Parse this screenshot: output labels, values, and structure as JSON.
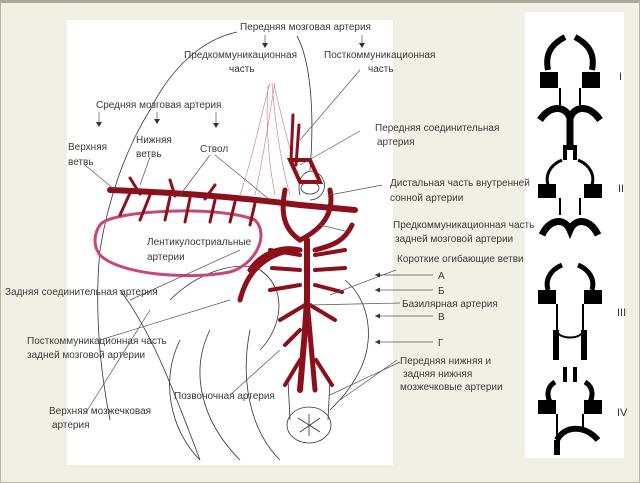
{
  "diagram": {
    "labels": {
      "aca": "Передняя мозговая артерия",
      "precomm_1": "Предкоммуникационная",
      "precomm_2": "часть",
      "postcomm_1": "Посткоммуникационная",
      "postcomm_2": "часть",
      "mca": "Средняя мозговая артерия",
      "upper_branch_1": "Верхняя",
      "upper_branch_2": "ветвь",
      "lower_branch_1": "Нижняя",
      "lower_branch_2": "ветвь",
      "trunk": "Ствол",
      "acom_1": "Передняя соединительная",
      "acom_2": "артерия",
      "distal_ica_1": "Дистальная часть внутренней",
      "distal_ica_2": "сонной артерии",
      "lenticulostriate_1": "Лентикулостриальные",
      "lenticulostriate_2": "артерии",
      "pca_precomm_1": "Предкоммуникационная часть",
      "pca_precomm_2": "задней мозговой артерии",
      "short_circumflex": "Короткие огибающие ветви",
      "level_a": "А",
      "level_b": "Б",
      "basilar": "Базилярная артерия",
      "level_v": "В",
      "level_g": "Г",
      "pcom": "Задняя соединительная артерия",
      "pca_postcomm_1": "Посткоммуникационная часть",
      "pca_postcomm_2": "задней мозговой артерии",
      "aica_pica_1": "Передняя нижняя и",
      "aica_pica_2": "задняя нижняя",
      "aica_pica_3": "мозжечковые артерии",
      "vertebral": "Позвоночная артерия",
      "sca_1": "Верхняя мозжечковая",
      "sca_2": "артерия"
    },
    "variants": [
      "I",
      "II",
      "III",
      "IV"
    ],
    "colors": {
      "artery": "#8c0f1c",
      "lenticulostriate": "#c9457a",
      "background": "#f2f0e4"
    }
  }
}
